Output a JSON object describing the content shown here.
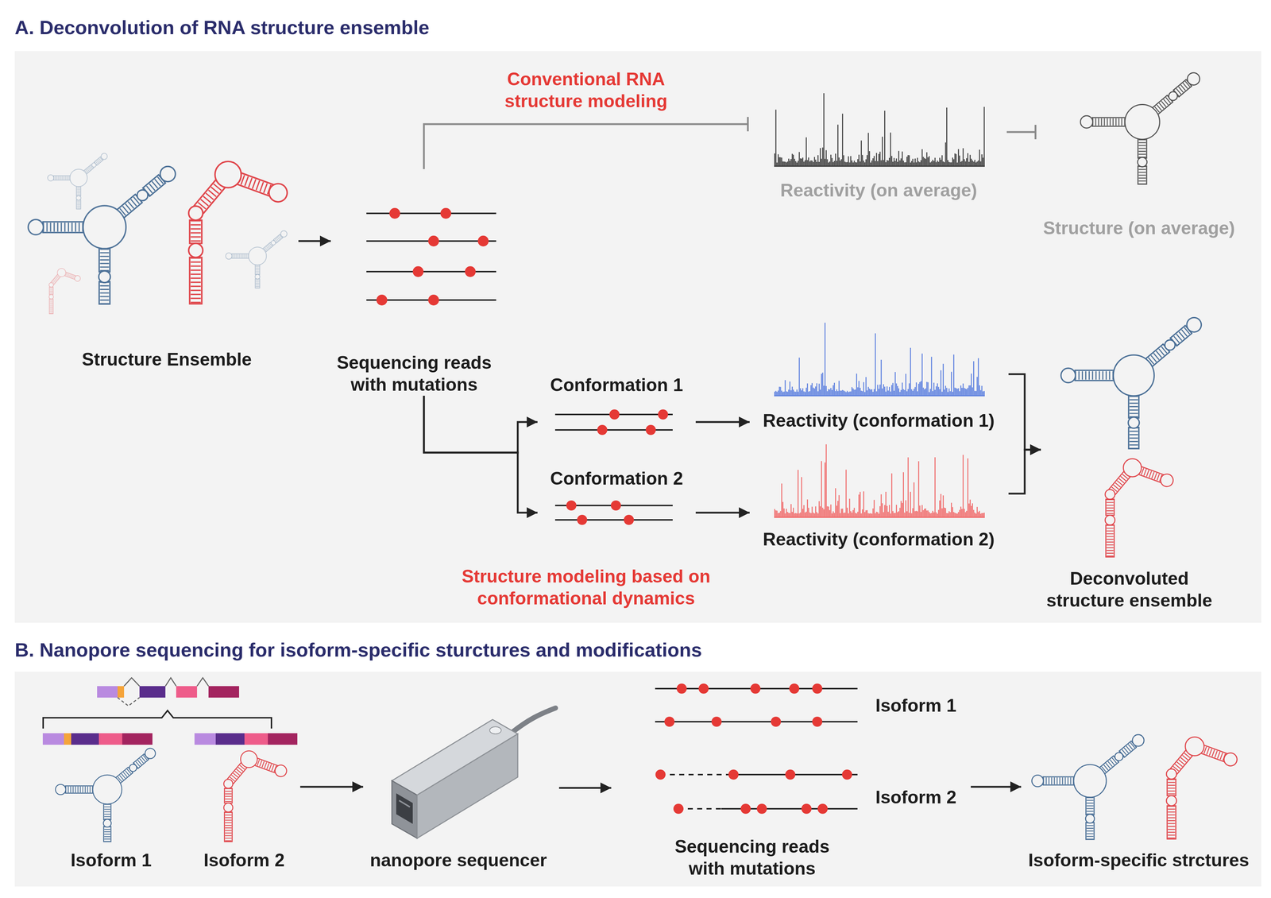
{
  "diagram": {
    "nodes": [
      {
        "text": [
          "A. Deconvolution of RNA structure ensemble"
        ]
      },
      {
        "text": [
          "Structure Ensemble"
        ],
        "in": 0
      },
      {
        "text": [
          "Sequencing reads with mutations"
        ],
        "in": 0
      },
      {
        "text": [
          "Reactivity (on average)"
        ],
        "in": 0
      },
      {
        "text": [
          "Structure (on average)"
        ],
        "in": 0
      },
      {
        "text": [
          "Conformation 1"
        ],
        "in": 0
      },
      {
        "text": [
          "Conformation 2"
        ],
        "in": 0
      },
      {
        "text": [
          "Reactivity (conformation 1)"
        ],
        "in": 0
      },
      {
        "text": [
          "Reactivity (conformation 2)"
        ],
        "in": 0
      },
      {
        "text": [
          "Deconvoluted structure ensemble"
        ],
        "in": 0
      },
      {
        "text": [
          "B. Nanopore sequencing for isoform-specific sturctures and modifications"
        ]
      },
      {
        "text": [
          "Isoform 1"
        ],
        "in": 10
      },
      {
        "text": [
          "Isoform 2"
        ],
        "in": 10
      },
      {
        "text": [
          "nanopore sequencer"
        ],
        "in": 10
      },
      {
        "text": [
          "Sequencing reads with mutations"
        ],
        "in": 10
      },
      {
        "text": [
          "Isoform-specific strctures"
        ],
        "in": 10
      }
    ],
    "edges": [
      {
        "from": 1,
        "to": 2,
        "arrow": "to"
      },
      {
        "from": 2,
        "to": 3,
        "label": "Conventional RNA structure modeling",
        "arrow": "to"
      },
      {
        "from": 3,
        "to": 4,
        "arrow": "to"
      },
      {
        "from": 2,
        "to": 5,
        "arrow": "to"
      },
      {
        "from": 2,
        "to": 6,
        "arrow": "to"
      },
      {
        "from": 5,
        "to": 7,
        "arrow": "to"
      },
      {
        "from": 6,
        "to": 8,
        "arrow": "to"
      },
      {
        "from": 7,
        "to": 9,
        "arrow": "to"
      },
      {
        "from": 8,
        "to": 9,
        "arrow": "to"
      },
      {
        "from": 12,
        "to": 13,
        "arrow": "to"
      },
      {
        "from": 13,
        "to": 14,
        "arrow": "to"
      },
      {
        "from": 14,
        "to": 15,
        "arrow": "to"
      }
    ],
    "labels": [
      "Structure modeling based on conformational dynamics",
      "Isoform 1",
      "Isoform 2"
    ]
  }
}
